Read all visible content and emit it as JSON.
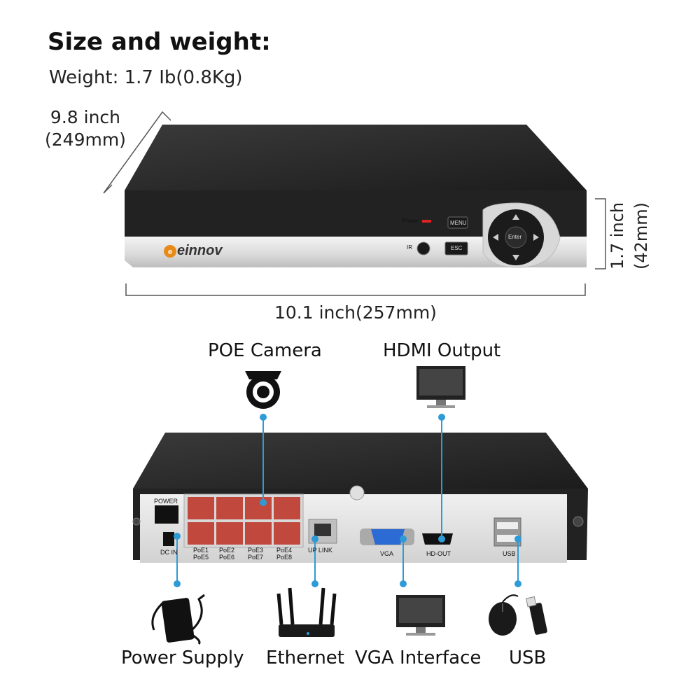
{
  "heading": "Size and weight:",
  "weight": "Weight: 1.7 Ib(0.8Kg)",
  "depth": {
    "line1": "9.8 inch",
    "line2": "(249mm)"
  },
  "height": {
    "line1": "1.7 inch",
    "line2": "(42mm)"
  },
  "width": "10.1 inch(257mm)",
  "brand": "einnov",
  "front_panel": {
    "power": "Power",
    "menu": "MENU",
    "esc": "ESC",
    "enter": "Enter",
    "ir": "IR"
  },
  "rear_panel": {
    "power": "POWER",
    "dc_in": "DC IN",
    "poe_ports": [
      "PoE1",
      "PoE2",
      "PoE3",
      "PoE4",
      "PoE5",
      "PoE6",
      "PoE7",
      "PoE8"
    ],
    "uplink": "UP LINK",
    "vga": "VGA",
    "hdout": "HD-OUT",
    "usb": "USB"
  },
  "callouts": {
    "poe_camera": "POE Camera",
    "hdmi_output": "HDMI Output",
    "power_supply": "Power Supply",
    "ethernet": "Ethernet",
    "vga_interface": "VGA Interface",
    "usb": "USB"
  },
  "colors": {
    "leader": "#2e9bd6",
    "body": "#2a2a2a",
    "poe_port": "#c0483d"
  },
  "icons": [
    "camera-icon",
    "monitor-icon",
    "power-adapter-icon",
    "router-icon",
    "monitor-icon",
    "mouse-icon",
    "usb-stick-icon"
  ]
}
